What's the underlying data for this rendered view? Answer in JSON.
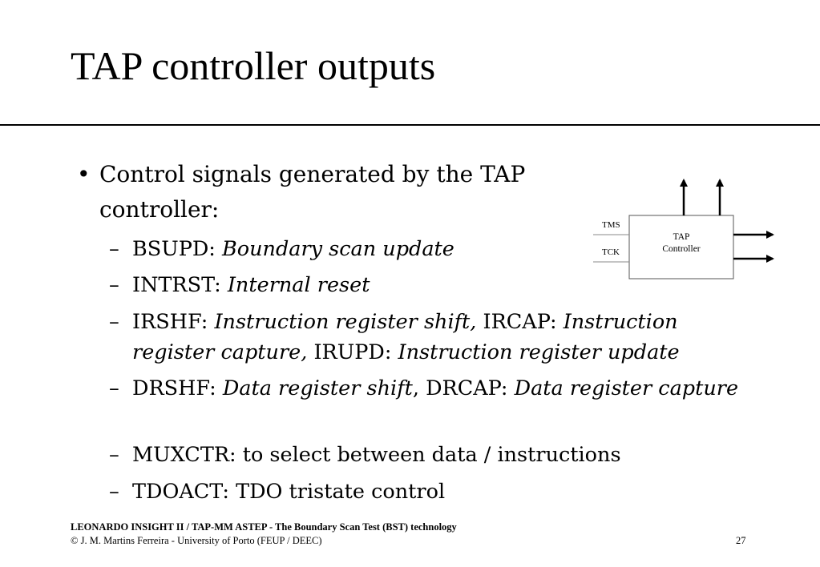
{
  "title": "TAP controller outputs",
  "bullet": {
    "marker": "•",
    "text_line1": "Control signals generated by the TAP",
    "text_line2": "controller:"
  },
  "items": [
    {
      "dash": "–",
      "p1": "BSUPD: ",
      "i1": "Boundary scan update"
    },
    {
      "dash": "–",
      "p1": "INTRST: ",
      "i1": "Internal reset"
    },
    {
      "dash": "–",
      "p1": "IRSHF: ",
      "i1": "Instruction register shift,",
      "p2": " IRCAP: ",
      "i2": "Instruction register capture,",
      "p3": " IRUPD: ",
      "i3": "Instruction register update"
    },
    {
      "dash": "–",
      "p1": "DRSHF: ",
      "i1": "Data register shift",
      "p2": ", DRCAP: ",
      "i2": "Data register capture"
    },
    {
      "dash": "–",
      "p1": "MUXCTR: to select between data / instructions"
    },
    {
      "dash": "–",
      "p1": "TDOACT: TDO tristate control"
    }
  ],
  "diagram": {
    "input_top": "TMS",
    "input_bottom": "TCK",
    "block_line1": "TAP",
    "block_line2": "Controller"
  },
  "footer": {
    "line1": "LEONARDO INSIGHT II / TAP-MM ASTEP - The Boundary Scan Test (BST) technology",
    "line2": "© J. M. Martins Ferreira - University of Porto (FEUP / DEEC)",
    "page": "27"
  }
}
